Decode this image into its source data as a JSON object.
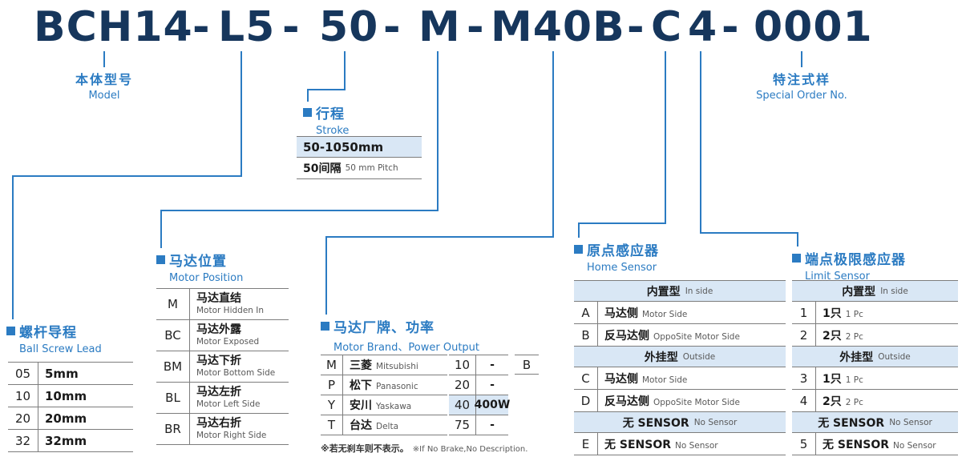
{
  "colors": {
    "accent": "#2b7bc2",
    "model_text": "#16365c",
    "shaded_row_bg": "#d9e7f5",
    "table_line": "#7d7d7d",
    "sub_text": "#595959"
  },
  "model_code": {
    "segments": [
      "BCH14",
      "-",
      "L5",
      "-",
      "50",
      "-",
      "M",
      "-",
      "M40B",
      "-",
      "C",
      "4",
      "-",
      "0001"
    ]
  },
  "callouts": {
    "model": {
      "zh": "本体型号",
      "en": "Model"
    },
    "special_order": {
      "zh": "特注式样",
      "en": "Special Order No."
    }
  },
  "stroke": {
    "title_zh": "行程",
    "title_en": "Stroke",
    "range": "50-1050mm",
    "pitch_zh": "50间隔",
    "pitch_en": "50 mm Pitch"
  },
  "ball_screw_lead": {
    "title_zh": "螺杆导程",
    "title_en": "Ball Screw Lead",
    "rows": [
      {
        "code": "05",
        "value": "5mm"
      },
      {
        "code": "10",
        "value": "10mm"
      },
      {
        "code": "20",
        "value": "20mm"
      },
      {
        "code": "32",
        "value": "32mm"
      }
    ]
  },
  "motor_position": {
    "title_zh": "马达位置",
    "title_en": "Motor Position",
    "rows": [
      {
        "code": "M",
        "zh": "马达直结",
        "en": "Motor Hidden In"
      },
      {
        "code": "BC",
        "zh": "马达外露",
        "en": "Motor Exposed"
      },
      {
        "code": "BM",
        "zh": "马达下折",
        "en": "Motor Bottom Side"
      },
      {
        "code": "BL",
        "zh": "马达左折",
        "en": "Motor Left Side"
      },
      {
        "code": "BR",
        "zh": "马达右折",
        "en": "Motor Right Side"
      }
    ]
  },
  "motor_brand_power": {
    "title_zh": "马达厂牌、功率",
    "title_en": "Motor Brand、Power Output",
    "brands": [
      {
        "code": "M",
        "zh": "三菱",
        "en": "Mitsubishi"
      },
      {
        "code": "P",
        "zh": "松下",
        "en": "Panasonic"
      },
      {
        "code": "Y",
        "zh": "安川",
        "en": "Yaskawa"
      },
      {
        "code": "T",
        "zh": "台达",
        "en": "Delta"
      }
    ],
    "powers": [
      {
        "code": "10",
        "value": "-"
      },
      {
        "code": "20",
        "value": "-"
      },
      {
        "code": "40",
        "value": "400W"
      },
      {
        "code": "75",
        "value": "-"
      }
    ],
    "brake_code": "B",
    "note_zh": "※若无刹车则不表示。",
    "note_en": "※If No Brake,No Description."
  },
  "home_sensor": {
    "title_zh": "原点感应器",
    "title_en": "Home Sensor",
    "groups": [
      {
        "header_zh": "内置型",
        "header_en": "In side",
        "rows": [
          {
            "code": "A",
            "zh": "马达侧",
            "en": "Motor Side"
          },
          {
            "code": "B",
            "zh": "反马达侧",
            "en": "OppoSite Motor Side"
          }
        ]
      },
      {
        "header_zh": "外挂型",
        "header_en": "Outside",
        "rows": [
          {
            "code": "C",
            "zh": "马达侧",
            "en": "Motor Side"
          },
          {
            "code": "D",
            "zh": "反马达侧",
            "en": "OppoSite Motor Side"
          }
        ]
      },
      {
        "header_zh": "无 SENSOR",
        "header_en": "No Sensor",
        "rows": [
          {
            "code": "E",
            "zh": "无 SENSOR",
            "en": "No Sensor"
          }
        ]
      }
    ]
  },
  "limit_sensor": {
    "title_zh": "端点极限感应器",
    "title_en": "Limit Sensor",
    "groups": [
      {
        "header_zh": "内置型",
        "header_en": "In side",
        "rows": [
          {
            "code": "1",
            "zh": "1只",
            "en": "1 Pc"
          },
          {
            "code": "2",
            "zh": "2只",
            "en": "2 Pc"
          }
        ]
      },
      {
        "header_zh": "外挂型",
        "header_en": "Outside",
        "rows": [
          {
            "code": "3",
            "zh": "1只",
            "en": "1 Pc"
          },
          {
            "code": "4",
            "zh": "2只",
            "en": "2 Pc"
          }
        ]
      },
      {
        "header_zh": "无 SENSOR",
        "header_en": "No Sensor",
        "rows": [
          {
            "code": "5",
            "zh": "无 SENSOR",
            "en": "No Sensor"
          }
        ]
      }
    ]
  }
}
